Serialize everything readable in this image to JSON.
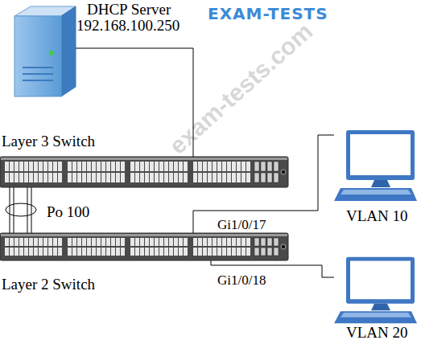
{
  "diagram": {
    "nodes": [
      {
        "text": [
          "DHCP Server",
          "192.168.100.250"
        ]
      },
      {
        "text": [
          "Layer 3 Switch"
        ]
      },
      {
        "text": [
          "Layer 2 Switch"
        ]
      },
      {
        "text": [
          "VLAN 10"
        ]
      },
      {
        "text": [
          "VLAN 20"
        ]
      }
    ],
    "edges": [
      {
        "from": 0,
        "to": 1,
        "arrow": "none"
      },
      {
        "from": 1,
        "to": 2,
        "label": "Po 100",
        "arrow": "none"
      },
      {
        "from": 2,
        "to": 3,
        "label": "Gi1/0/17",
        "arrow": "none"
      },
      {
        "from": 2,
        "to": 4,
        "label": "Gi1/0/18",
        "arrow": "none"
      }
    ],
    "labels": [
      "EXAM-TESTS",
      "exam-tests.com"
    ]
  }
}
